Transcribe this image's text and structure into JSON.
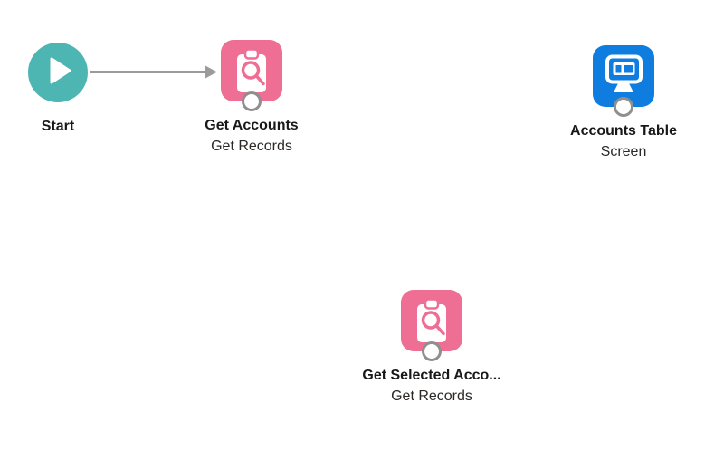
{
  "app": {
    "name": "flow-builder-canvas"
  },
  "colors": {
    "background": "#ffffff",
    "start_teal": "#4DB6B2",
    "data_pink": "#EE6E94",
    "screen_blue": "#0F7DE0",
    "arrow_gray": "#9B9B9B",
    "port_ring_gray": "#8F8F8F",
    "label_black": "#181818",
    "sublabel_gray": "#2B2826"
  },
  "nodes": [
    {
      "id": "start",
      "kind": "start",
      "label": "Start",
      "sublabel": "",
      "icon": "play-icon"
    },
    {
      "id": "get_accounts",
      "kind": "get_records",
      "label": "Get Accounts",
      "sublabel": "Get Records",
      "icon": "record-lookup-icon"
    },
    {
      "id": "accounts_table",
      "kind": "screen",
      "label": "Accounts Table",
      "sublabel": "Screen",
      "icon": "screen-icon"
    },
    {
      "id": "get_selected_accounts",
      "kind": "get_records",
      "label": "Get Selected Acco...",
      "sublabel": "Get Records",
      "icon": "record-lookup-icon"
    }
  ],
  "connectors": [
    {
      "from": "start",
      "to": "get_accounts",
      "style": "straight-arrow-right"
    }
  ]
}
